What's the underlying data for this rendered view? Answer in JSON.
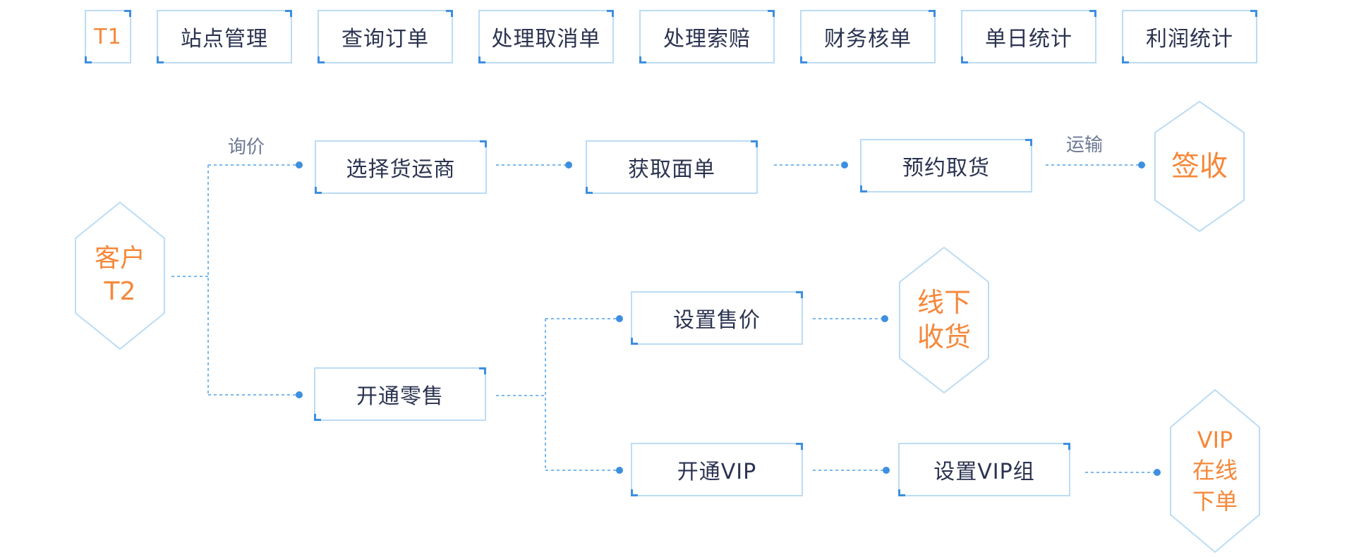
{
  "top_nav": {
    "items": [
      "T1",
      "站点管理",
      "查询订单",
      "处理取消单",
      "处理索赔",
      "财务核单",
      "单日统计",
      "利润统计"
    ]
  },
  "diagram": {
    "start": {
      "lines": [
        "客户",
        "T2"
      ]
    },
    "edge_labels": {
      "inquiry": "询价",
      "transport": "运输"
    },
    "steps": {
      "choose_carrier": "选择货运商",
      "get_waybill": "获取面单",
      "book_pickup": "预约取货",
      "open_retail": "开通零售",
      "set_price": "设置售价",
      "open_vip": "开通VIP",
      "set_vip_group": "设置VIP组"
    },
    "ends": {
      "sign": {
        "lines": [
          "签收"
        ]
      },
      "offline_receive": {
        "lines": [
          "线下",
          "收货"
        ]
      },
      "vip_online_order": {
        "lines": [
          "VIP",
          "在线",
          "下单"
        ]
      }
    }
  },
  "colors": {
    "accent": "#f5883a",
    "node_border": "#bcdcf4",
    "corner": "#3d8fe0",
    "connector": "#7ab8ee",
    "text": "#2b3350",
    "label": "#6d7894"
  }
}
